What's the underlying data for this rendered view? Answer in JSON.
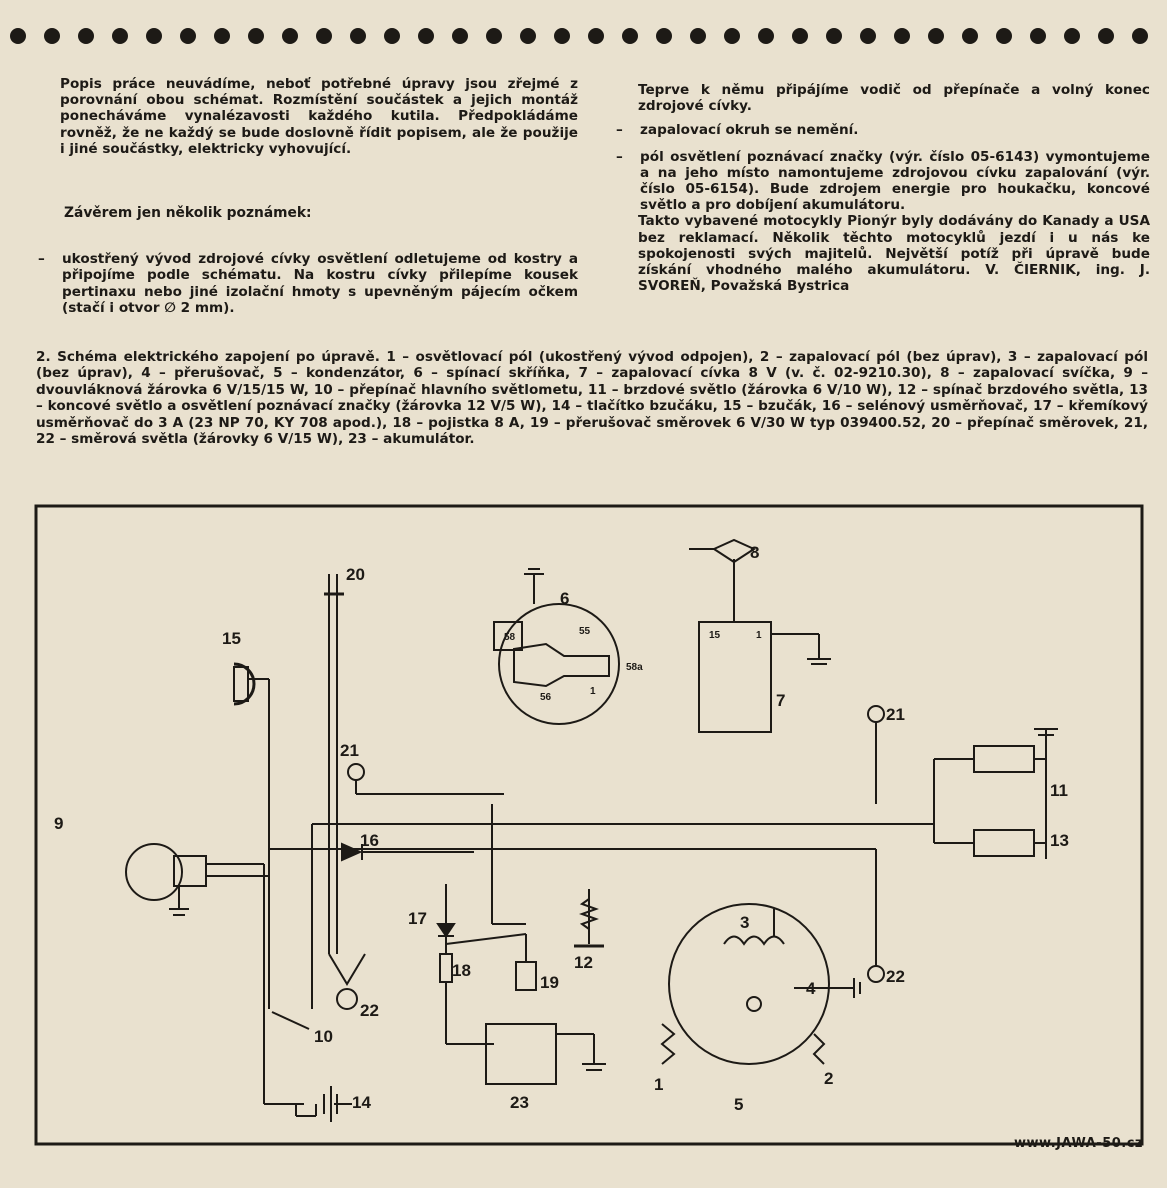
{
  "left_column": {
    "intro": "Popis práce neuvádíme, neboť potřebné úpravy jsou zřejmé z porovnání obou schémat. Rozmístění součástek a jejich montáž ponecháváme vynalézavosti každého kutila. Předpokládáme rovněž, že ne každý se bude doslovně řídit popisem, ale že použije i jiné součástky, elektricky vyhovující.",
    "heading": "Závěrem jen několik poznámek:",
    "note1": "ukostřený vývod zdrojové cívky osvětlení odletujeme od kostry a připojíme podle schématu. Na kostru cívky přilepíme kousek pertinaxu nebo jiné izolační hmoty s upevněným pájecím očkem (stačí i otvor ∅ 2 mm)."
  },
  "right_column": {
    "cont": "Teprve k němu připájíme vodič od přepínače a volný konec zdrojové cívky.",
    "note2": "zapalovací okruh se nemění.",
    "note3": "pól osvětlení poznávací značky (výr. číslo 05-6143) vymontujeme a na jeho místo namontujeme zdrojovou cívku zapalování (výr. číslo 05-6154). Bude zdrojem energie pro houkačku, koncové světlo a pro dobíjení akumulátoru.",
    "closing": "Takto vybavené motocykly Pionýr byly dodávány do Kanady a USA bez reklamací. Několik těchto motocyklů jezdí i u nás ke spokojenosti svých majitelů. Největší potíž při úpravě bude získání vhodného malého akumulátoru.",
    "authors": "V. ČIERNIK, ing. J. SVOREŇ, Považská Bystrica"
  },
  "caption": {
    "title": "2. Schéma elektrického zapojení po úpravě.",
    "text": "1 – osvětlovací pól (ukostřený vývod odpojen), 2 – zapalovací pól (bez úprav), 3 – zapalovací pól (bez úprav), 4 – přerušovač, 5 – kondenzátor, 6 – spínací skříňka, 7 – zapalovací cívka 8 V (v. č. 02-9210.30), 8 – zapalovací svíčka, 9 – dvouvláknová žárovka 6 V/15/15 W, 10 – přepínač hlavního světlometu, 11 – brzdové světlo (žárovka 6 V/10 W), 12 – spínač brzdového světla, 13 – koncové světlo a osvětlení poznávací značky (žárovka 12 V/5 W), 14 – tlačítko bzučáku, 15 – bzučák, 16 – selénový usměrňovač, 17 – křemíkový usměrňovač do 3 A (23 NP 70, KY 708 apod.), 18 – pojistka 8 A, 19 – přerušovač směrovek 6 V/30 W typ 039400.52, 20 – přepínač směrovek, 21, 22 – směrová světla (žárovky 6 V/15 W), 23 – akumulátor."
  },
  "diagram": {
    "labels": {
      "l1": "1",
      "l2": "2",
      "l3": "3",
      "l4": "4",
      "l5": "5",
      "l6": "6",
      "l7": "7",
      "l8": "8",
      "l9": "9",
      "l10": "10",
      "l11": "11",
      "l12": "12",
      "l13": "13",
      "l14": "14",
      "l15": "15",
      "l16": "16",
      "l17": "17",
      "l18": "18",
      "l19": "19",
      "l20": "20",
      "l21a": "21",
      "l21b": "21",
      "l22a": "22",
      "l22b": "22",
      "l23": "23"
    },
    "terminals": {
      "t58": "58",
      "t55": "55",
      "t58a": "58a",
      "t56": "56",
      "t1s": "1",
      "t15": "15",
      "t1c": "1"
    }
  },
  "watermark": "www.JAWA-50.cz"
}
